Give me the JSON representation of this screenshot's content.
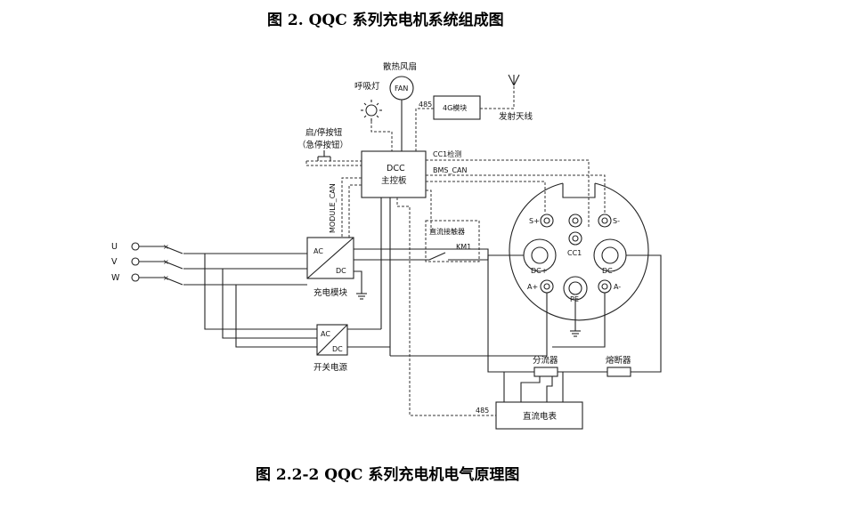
{
  "header": {
    "title": "图 2.  QQC 系列充电机系统组成图"
  },
  "footer": {
    "caption": "图 2.2-2 QQC 系列充电机电气原理图"
  },
  "diagram": {
    "fan": {
      "label": "散热风扇",
      "circle_text": "FAN"
    },
    "breath_light": "呼吸灯",
    "module_4g": "4G模块",
    "antenna": "发射天线",
    "bus_485_top": "485",
    "bus_485_bottom": "485",
    "start_stop": "启/停按钮",
    "emergency_stop": "（急停按钮）",
    "dcc_line1": "DCC",
    "dcc_line2": "主控板",
    "cc1_detect": "CC1检测",
    "bms_can": "BMS_CAN",
    "module_can": "MODULE_CAN",
    "dc_contactor": "直流接触器",
    "km1": "KM1",
    "phase_u": "U",
    "phase_v": "V",
    "phase_w": "W",
    "charge_module": {
      "ac": "AC",
      "dc": "DC",
      "label": "充电模块"
    },
    "switch_psu": {
      "ac": "AC",
      "dc": "DC",
      "label": "开关电源"
    },
    "connector": {
      "s_plus": "S+",
      "s_minus": "S-",
      "cc1": "CC1",
      "dc_plus": "DC+",
      "dc_minus": "DC-",
      "a_plus": "A+",
      "a_minus": "A-",
      "pe": "PE"
    },
    "shunt": "分流器",
    "fuse": "熔断器",
    "dc_meter": "直流电表"
  }
}
